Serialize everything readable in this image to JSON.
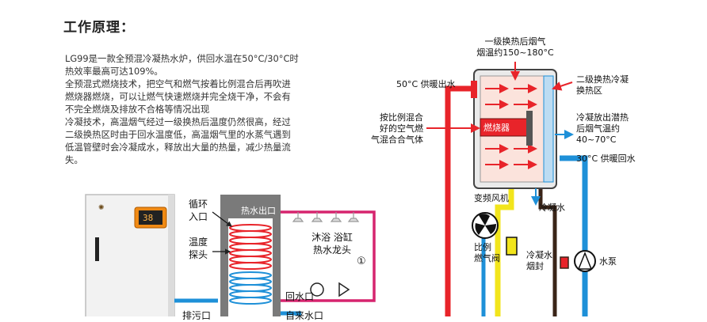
{
  "heading": "工作原理：",
  "description": [
    "LG99是一款全预混冷凝热水炉，供回水温在50°C/30°C时",
    "热效率最高可达109%。",
    "全预混式燃烧技术，把空气和燃气按着比例混合后再吹进",
    "燃烧器燃烧，可以让燃气快速燃烧并完全烧干净，不会有",
    "不完全燃烧及排放不合格等情况出现",
    "冷凝技术，高温烟气经过一级换热后温度仍然很高，经过",
    "二级换热区时由于回水温度低，高温烟气里的水蒸气遇到",
    "低温管壁时会冷凝成水，释放出大量的热量，减少热量流",
    "失。"
  ],
  "boiler_diagram": {
    "primary_flue": [
      "一级换热后烟气",
      "烟温约150~180°C"
    ],
    "supply_water": "50°C 供暖出水",
    "secondary_zone": [
      "二级换热冷凝",
      "换热区"
    ],
    "premix": [
      "按比例混合",
      "好的空气燃",
      "气混合合气体"
    ],
    "burner": "燃烧器",
    "latent_heat": [
      "冷凝放出潜热",
      "后烟气温约",
      "40~70°C"
    ],
    "return_water": "30°C 供暖回水",
    "fan": "变频风机",
    "condensate": "冷凝水",
    "gas_valve": [
      "比例",
      "燃气阀"
    ],
    "trap": [
      "冷凝水",
      "烟封"
    ],
    "pump": "水泵"
  },
  "tank_diagram": {
    "controller_display": "38",
    "loop_inlet": [
      "循环",
      "入口"
    ],
    "temp_probe": [
      "温度",
      "探头"
    ],
    "hot_outlet": "热水出口",
    "fixtures": [
      "沐浴 浴缸",
      "热水龙头"
    ],
    "marker": "①",
    "return_port": "回水口",
    "drain_port": "排污口",
    "cold_inlet": "自来水口"
  },
  "colors": {
    "hot_pipe": "#e8242a",
    "cold_pipe": "#1e90d8",
    "gas_pipe": "#f2e51c",
    "condensate_pipe": "#3a2418",
    "tank_body": "#7a7a7a",
    "fixture_pipe": "#d6246e"
  }
}
